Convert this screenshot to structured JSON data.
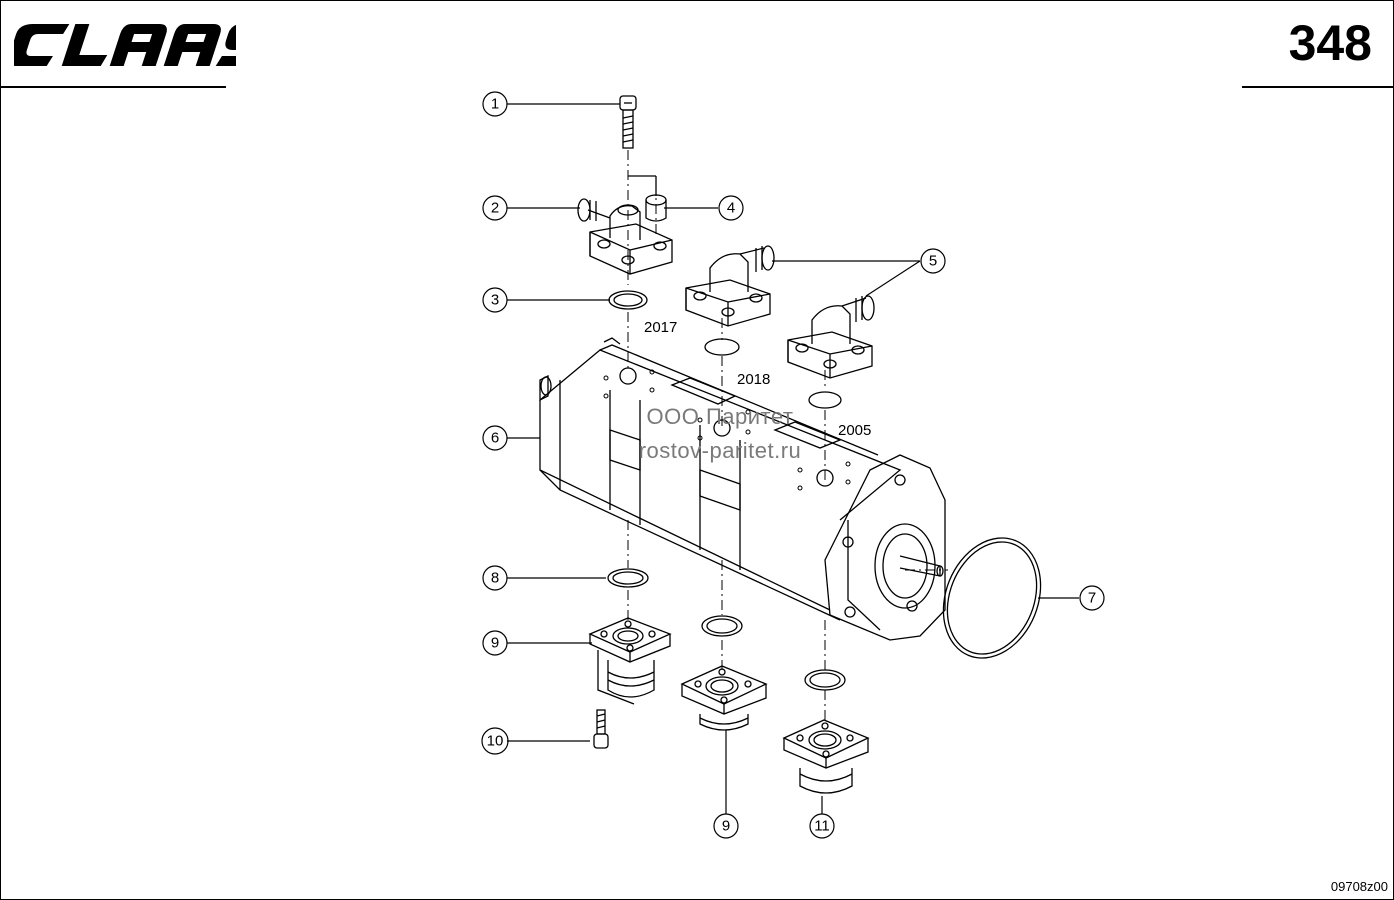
{
  "header": {
    "logo_text": "CLAAS",
    "page_number": "348"
  },
  "footer": {
    "drawing_code": "09708z00"
  },
  "watermark": {
    "line1": "ООО Паритет",
    "line2": "rostov-paritet.ru"
  },
  "callouts": {
    "c1": "1",
    "c2": "2",
    "c3": "3",
    "c4": "4",
    "c5": "5",
    "c6": "6",
    "c7": "7",
    "c8": "8",
    "c9a": "9",
    "c9b": "9",
    "c10": "10",
    "c11": "11"
  },
  "reference_numbers": {
    "r1": "2017",
    "r2": "2018",
    "r3": "2005"
  }
}
